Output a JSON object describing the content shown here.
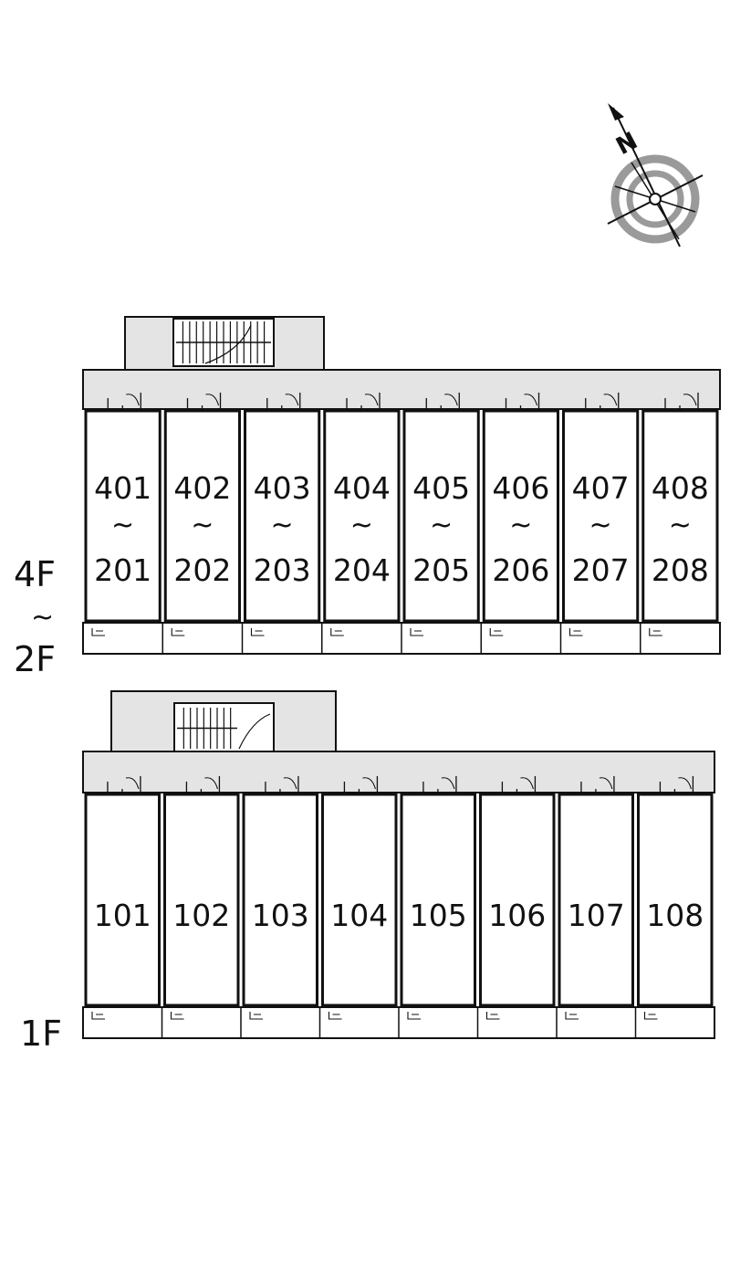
{
  "compass": {
    "north_label": "N",
    "icon": "compass-rose-icon"
  },
  "upper_block": {
    "floor_label_top": "4F",
    "floor_label_sep": "~",
    "floor_label_bottom": "2F",
    "units": [
      {
        "top": "401",
        "sep": "~",
        "bottom": "201"
      },
      {
        "top": "402",
        "sep": "~",
        "bottom": "202"
      },
      {
        "top": "403",
        "sep": "~",
        "bottom": "203"
      },
      {
        "top": "404",
        "sep": "~",
        "bottom": "204"
      },
      {
        "top": "405",
        "sep": "~",
        "bottom": "205"
      },
      {
        "top": "406",
        "sep": "~",
        "bottom": "206"
      },
      {
        "top": "407",
        "sep": "~",
        "bottom": "207"
      },
      {
        "top": "408",
        "sep": "~",
        "bottom": "208"
      }
    ]
  },
  "lower_block": {
    "floor_label": "1F",
    "units": [
      "101",
      "102",
      "103",
      "104",
      "105",
      "106",
      "107",
      "108"
    ]
  },
  "colors": {
    "corridor": "#e4e4e4",
    "line": "#111111",
    "compass_ring": "#9a9a9a"
  }
}
